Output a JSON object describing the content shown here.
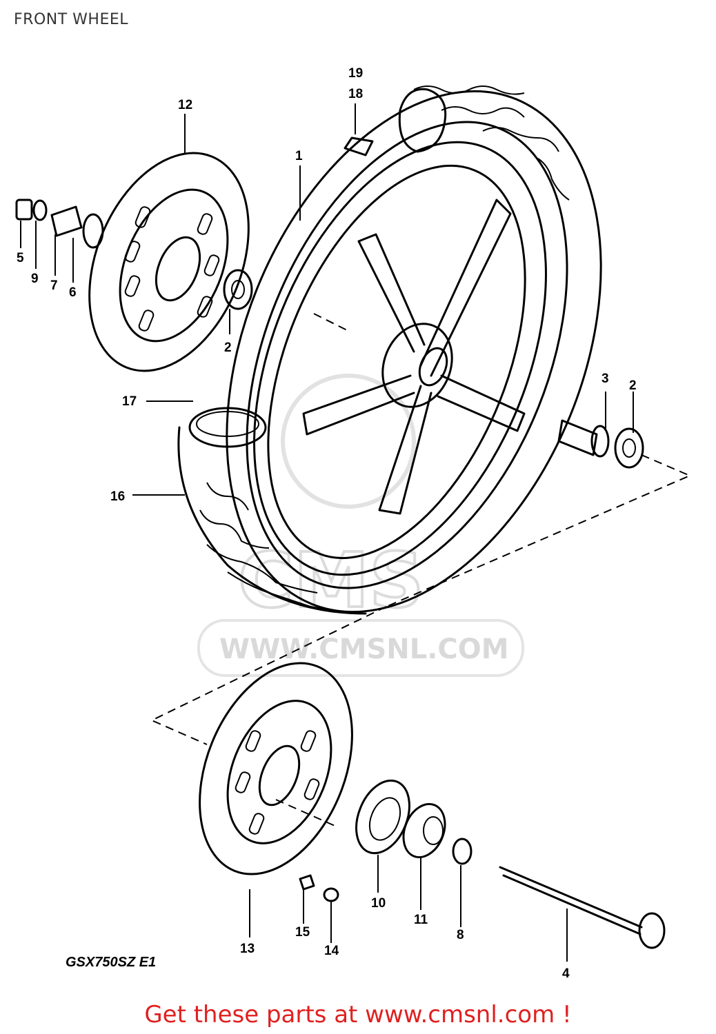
{
  "page": {
    "title": "FRONT WHEEL",
    "model_code": "GSX750SZ E1",
    "promo_text": "Get these parts at www.cmsnl.com !",
    "promo_color": "#e02020"
  },
  "watermark": {
    "logo_text": "CMS",
    "url_text": "WWW.CMSNL.COM"
  },
  "callouts": {
    "c1": "1",
    "c2a": "2",
    "c2b": "2",
    "c3": "3",
    "c4": "4",
    "c5": "5",
    "c6": "6",
    "c7": "7",
    "c8": "8",
    "c9": "9",
    "c10": "10",
    "c11": "11",
    "c12": "12",
    "c13": "13",
    "c14": "14",
    "c15": "15",
    "c16": "16",
    "c17": "17",
    "c18": "18",
    "c19": "19"
  }
}
